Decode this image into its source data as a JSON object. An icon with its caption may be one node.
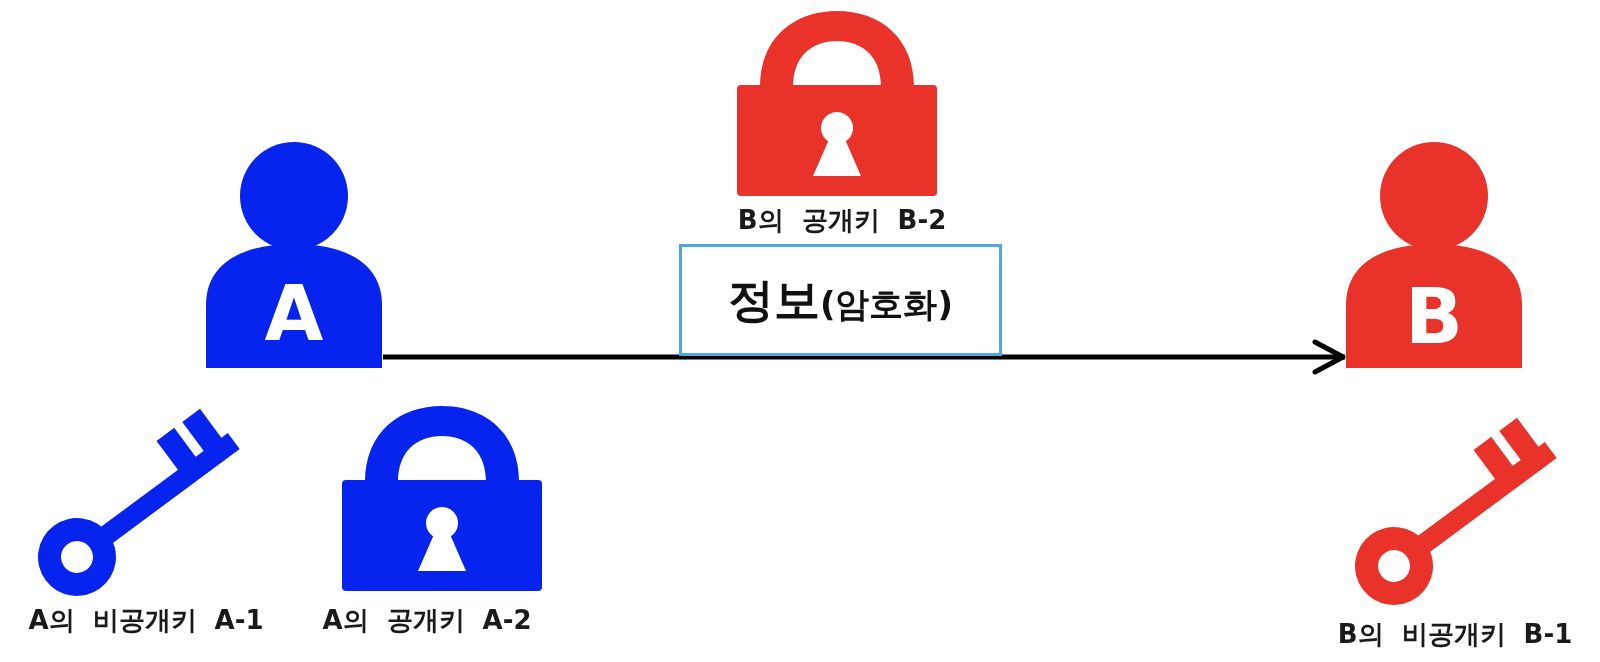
{
  "diagram": {
    "nodes": [
      {
        "text": [
          "A"
        ]
      },
      {
        "text": [
          "정보",
          "(암호화)"
        ]
      },
      {
        "text": [
          "B"
        ]
      }
    ],
    "edges": [
      {
        "from": 0,
        "to": 2,
        "arrow": "to"
      }
    ],
    "labels": [
      "B의 공개키 B-2",
      "A의 비공개키 A-1",
      "A의 공개키 A-2",
      "B의 비공개키 B-1"
    ]
  }
}
